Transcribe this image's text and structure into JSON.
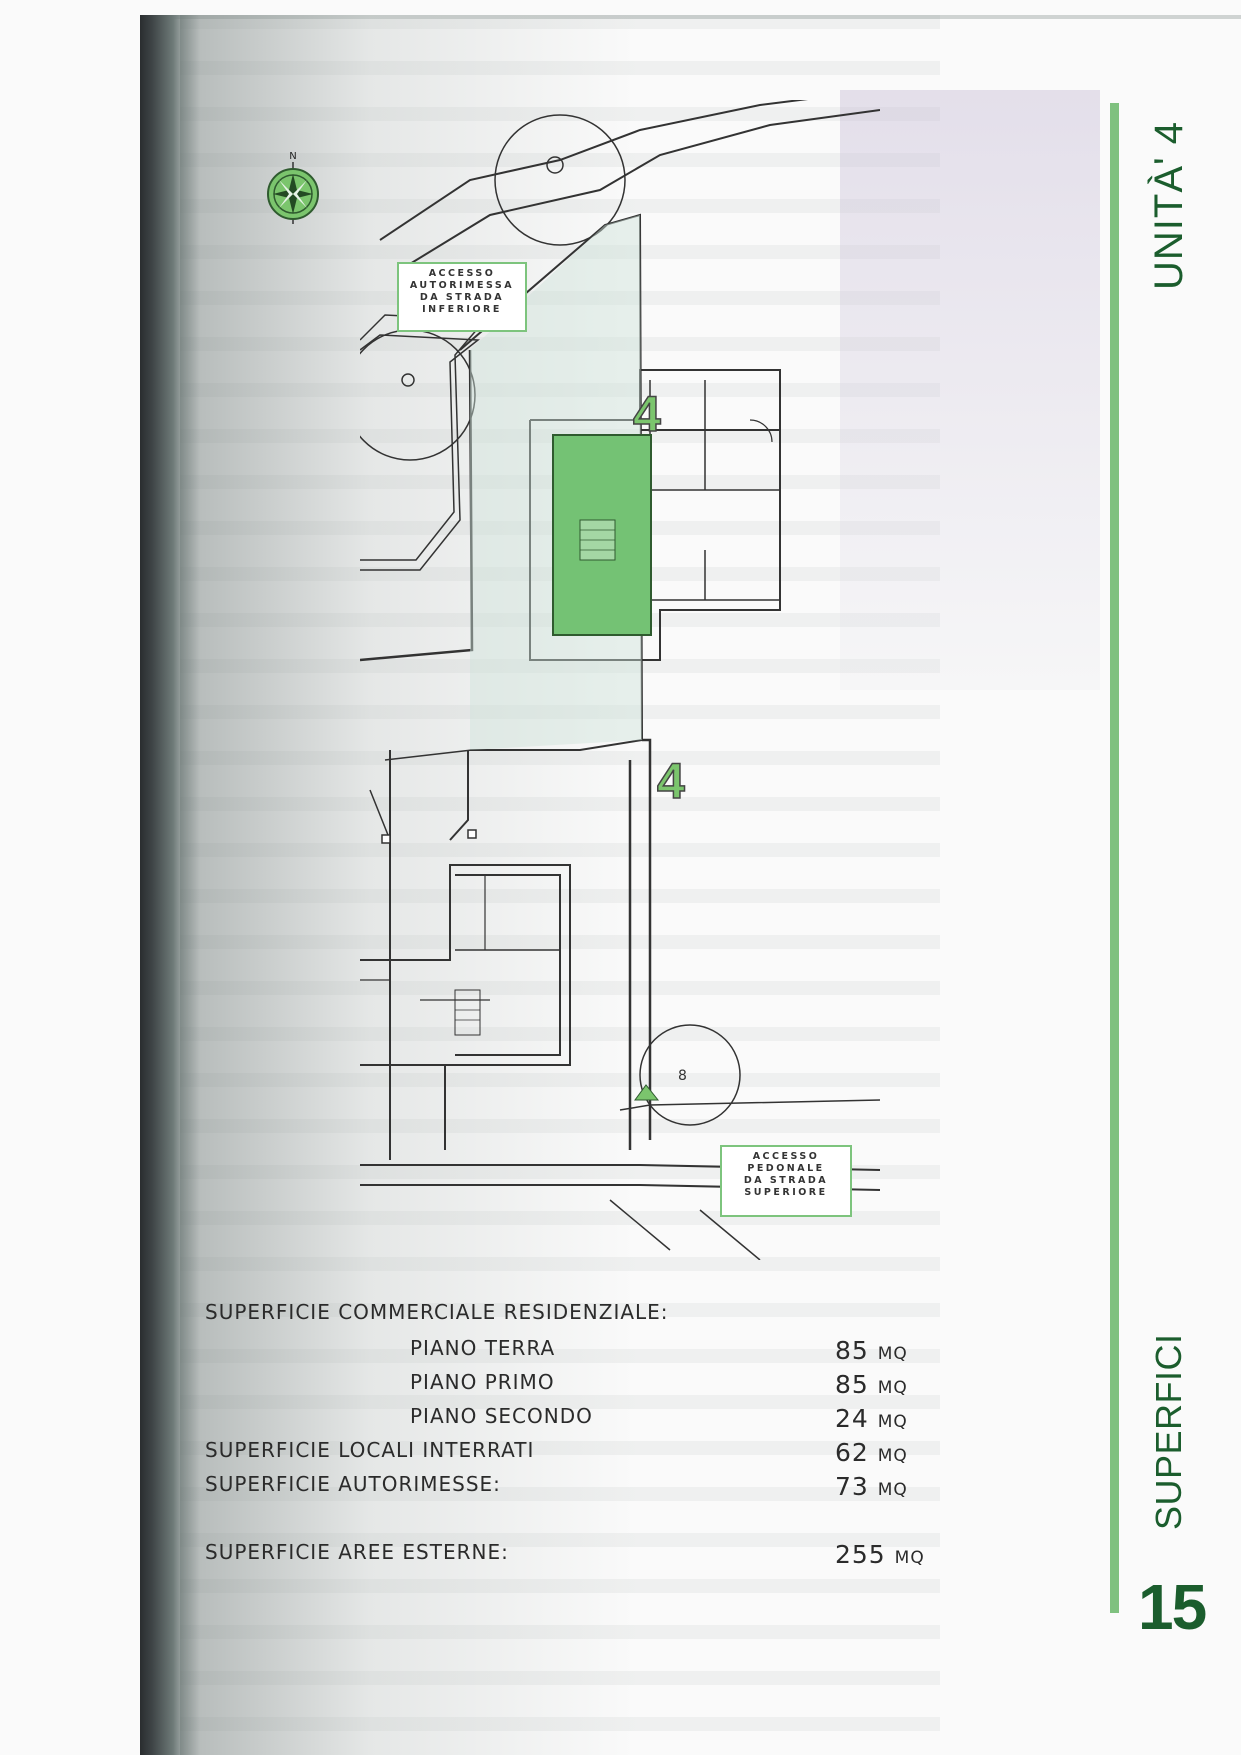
{
  "plan": {
    "compass_letter": "N",
    "callout_top": [
      "ACCESSO",
      "AUTORIMESSA",
      "DA STRADA",
      "INFERIORE"
    ],
    "callout_bottom": [
      "ACCESSO",
      "PEDONALE",
      "DA STRADA",
      "SUPERIORE"
    ],
    "unit_label_upper": "4",
    "unit_label_lower": "4",
    "small_label": "8",
    "accent_color": "#7bc56d"
  },
  "side": {
    "unit_title": "UNITÀ' 4",
    "section_title": "SUPERFICI",
    "page_number": "15"
  },
  "areas": {
    "heading": "SUPERFICIE COMMERCIALE RESIDENZIALE:",
    "rows": [
      {
        "label": "PIANO TERRA",
        "value": "85",
        "unit": "MQ"
      },
      {
        "label": "PIANO PRIMO",
        "value": "85",
        "unit": "MQ"
      },
      {
        "label": "PIANO SECONDO",
        "value": "24",
        "unit": "MQ"
      },
      {
        "label": "SUPERFICIE LOCALI INTERRATI",
        "value": "62",
        "unit": "MQ"
      },
      {
        "label": "SUPERFICIE AUTORIMESSE:",
        "value": "73",
        "unit": "MQ"
      },
      {
        "label": "SUPERFICIE AREE ESTERNE:",
        "value": "255",
        "unit": "MQ"
      }
    ]
  }
}
